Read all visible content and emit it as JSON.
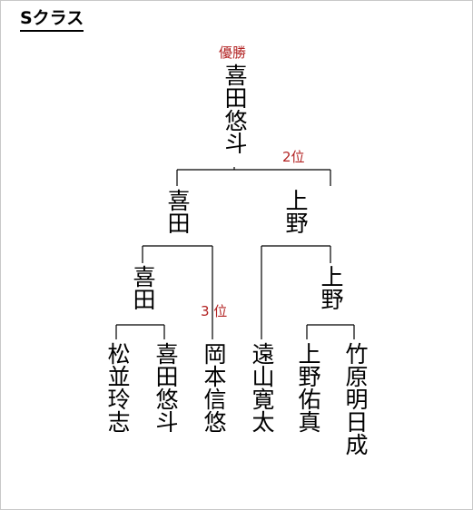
{
  "title": "Sクラス",
  "colors": {
    "line": "#000000",
    "rank": "#b22222"
  },
  "labels": {
    "champion": "優勝",
    "second": "2位",
    "third": "3 位"
  },
  "bracket": {
    "final_winner": "喜田悠斗",
    "semifinal_left_winner": "喜田",
    "semifinal_right_winner": "上野",
    "quarter_left_winner": "喜田",
    "quarter_right_winner": "上野",
    "players": [
      "松並玲志",
      "喜田悠斗",
      "岡本信悠",
      "遠山寛太",
      "上野佑真",
      "竹原明日成"
    ]
  }
}
